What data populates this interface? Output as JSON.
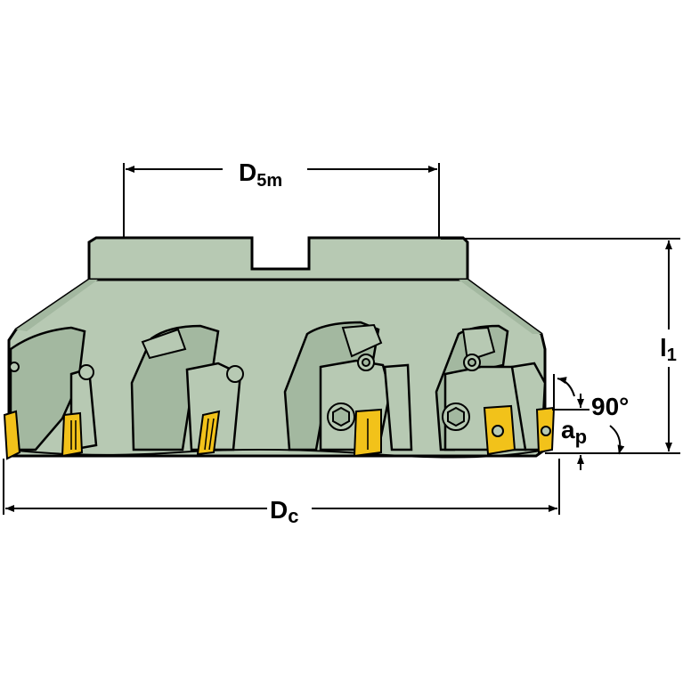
{
  "colors": {
    "body": "#b7c9b3",
    "body_dark": "#a3b8a0",
    "insert": "#f2c21a",
    "outline": "#000000",
    "background": "#ffffff"
  },
  "labels": {
    "d5m_main": "D",
    "d5m_sub": "5m",
    "dc_main": "D",
    "dc_sub": "c",
    "l1_main": "l",
    "l1_sub": "1",
    "ap_main": "a",
    "ap_sub": "p",
    "angle": "90°"
  },
  "icons": [
    "insert-icon",
    "screw-icon",
    "dimension-arrow-icon"
  ]
}
